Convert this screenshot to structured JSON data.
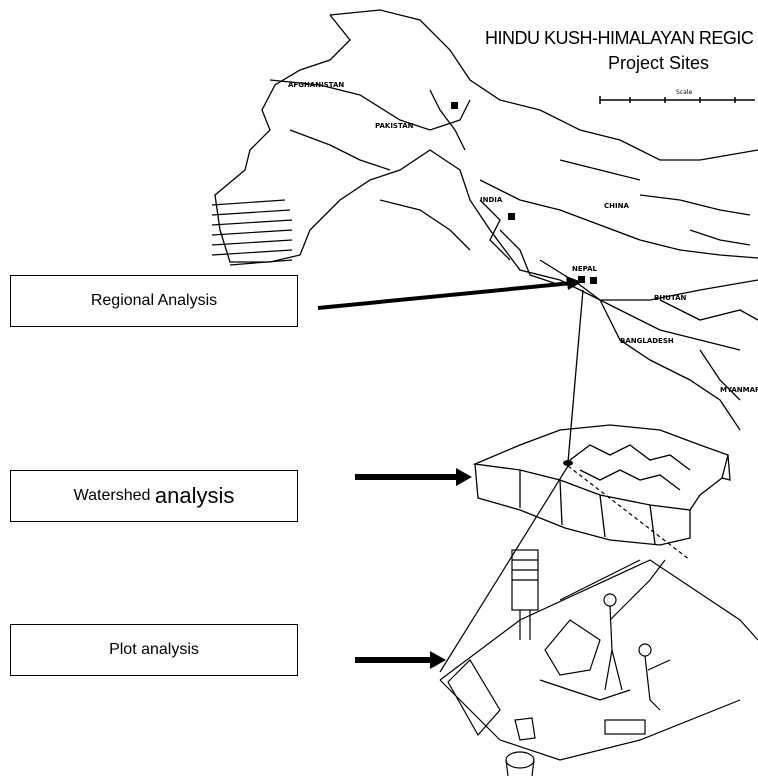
{
  "figure": {
    "title": "HINDU KUSH-HIMALAYAN REGIC",
    "subtitle": "Project Sites",
    "scale_label": "Scale"
  },
  "map_labels": {
    "afghanistan": "AFGHANISTAN",
    "pakistan": "PAKISTAN",
    "china": "CHINA",
    "india": "INDIA",
    "nepal": "NEPAL",
    "bhutan": "BHUTAN",
    "bangladesh": "BANGLADESH",
    "myanmar": "MYANMAR"
  },
  "boxes": {
    "regional": "Regional Analysis",
    "watershed_prefix": "Watershed ",
    "watershed_suffix": "analysis",
    "plot": "Plot analysis"
  }
}
